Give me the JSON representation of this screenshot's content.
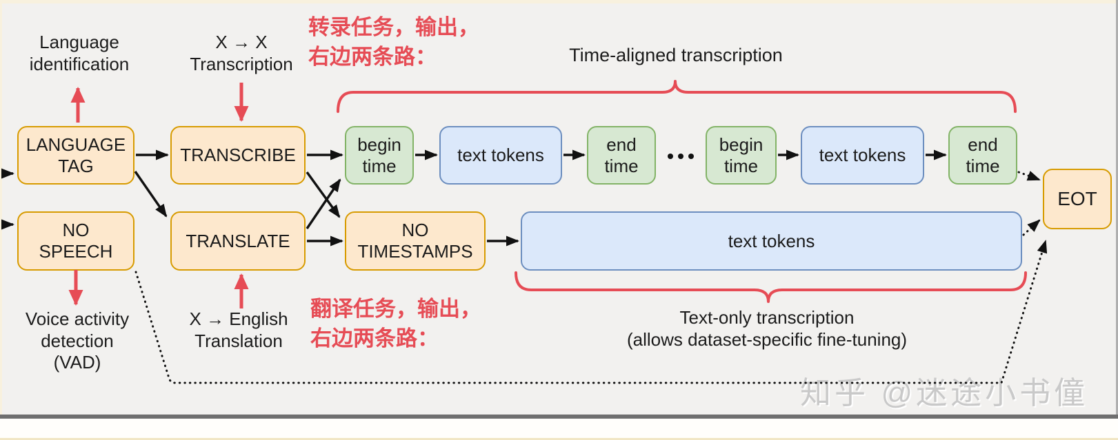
{
  "nodes": {
    "language_tag": "LANGUAGE\nTAG",
    "transcribe": "TRANSCRIBE",
    "no_speech": "NO\nSPEECH",
    "translate": "TRANSLATE",
    "begin_time_1": "begin\ntime",
    "text_tokens_1": "text tokens",
    "end_time_1": "end\ntime",
    "begin_time_2": "begin\ntime",
    "text_tokens_2": "text tokens",
    "end_time_2": "end\ntime",
    "no_timestamps": "NO\nTIMESTAMPS",
    "text_tokens_full": "text tokens",
    "eot": "EOT"
  },
  "labels": {
    "language_identification": "Language\nidentification",
    "xx_transcription": "X → X\nTranscription",
    "time_aligned": "Time-aligned transcription",
    "vad": "Voice activity\ndetection\n(VAD)",
    "x_english_translation": "X → English\nTranslation",
    "text_only_line1": "Text-only transcription",
    "text_only_line2": "(allows dataset-specific fine-tuning)",
    "cn_top_line1": "转录任务，输出，",
    "cn_top_line2": "右边两条路：",
    "cn_bottom_line1": "翻译任务，输出，",
    "cn_bottom_line2": "右边两条路："
  },
  "watermark": "知乎 @迷途小书僮",
  "colors": {
    "background": "#f2f1ef",
    "orange_fill": "#fde8cd",
    "orange_border": "#d79b00",
    "green_fill": "#d7e8d2",
    "green_border": "#82b366",
    "blue_fill": "#dbe8fa",
    "blue_border": "#6c8ebf",
    "accent_red": "#e64c55",
    "arrow_black": "#111111",
    "watermark_gray": "#c9c9c9"
  }
}
